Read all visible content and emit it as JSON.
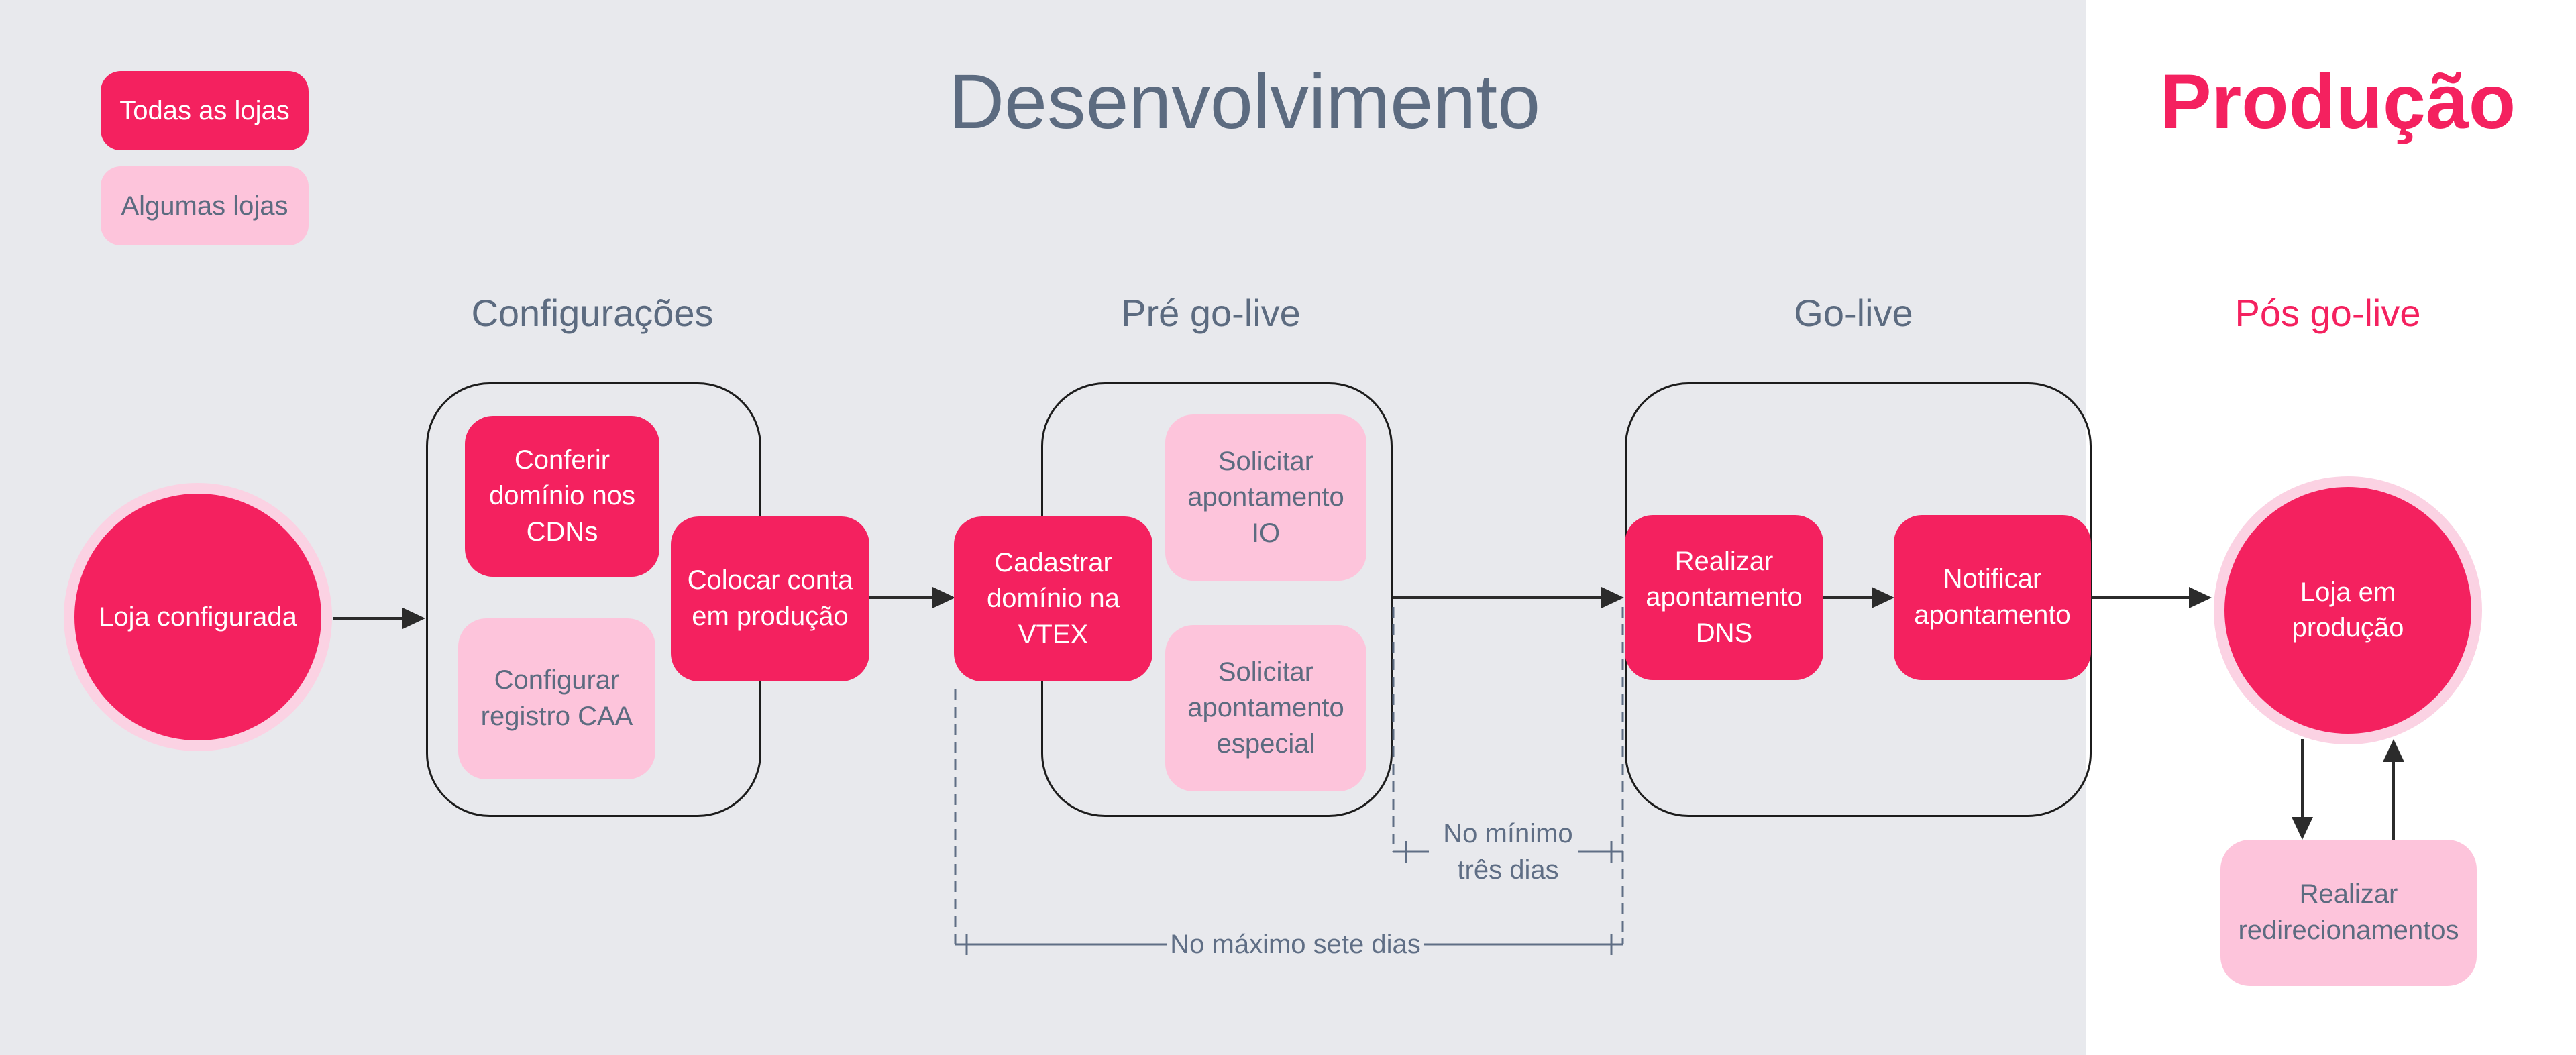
{
  "legend": {
    "all_stores": "Todas as lojas",
    "some_stores": "Algumas lojas"
  },
  "titles": {
    "development": "Desenvolvimento",
    "production": "Produção"
  },
  "phases": {
    "configuracoes": "Configurações",
    "pre_golive": "Pré go-live",
    "golive": "Go-live",
    "pos_golive": "Pós go-live"
  },
  "nodes": {
    "store_configured": "Loja configurada",
    "check_domain_cdns": "Conferir domínio nos CDNs",
    "configure_caa": "Configurar registro CAA",
    "put_account_production": "Colocar conta em produção",
    "register_domain_vtex": "Cadastrar domínio na VTEX",
    "request_io_pointing": "Solicitar apontamento IO",
    "request_special_pointing": "Solicitar apontamento especial",
    "do_dns_pointing": "Realizar apontamento DNS",
    "notify_pointing": "Notificar apontamento",
    "store_in_production": "Loja em produção",
    "do_redirects": "Realizar redirecionamentos"
  },
  "annotations": {
    "minimum_days": "No mínimo\ntrês dias",
    "maximum_days": "No máximo sete dias"
  },
  "colors": {
    "accent_pink": "#F4215F",
    "light_pink": "#FDC4DB",
    "circle_ring_pink": "#FBD2E3",
    "slate_text": "#5C6B80",
    "dev_background": "#E8E9ED",
    "prod_background": "#FFFFFF",
    "connector_dark": "#2B2B2B",
    "measure_slate": "#5F6E85"
  }
}
